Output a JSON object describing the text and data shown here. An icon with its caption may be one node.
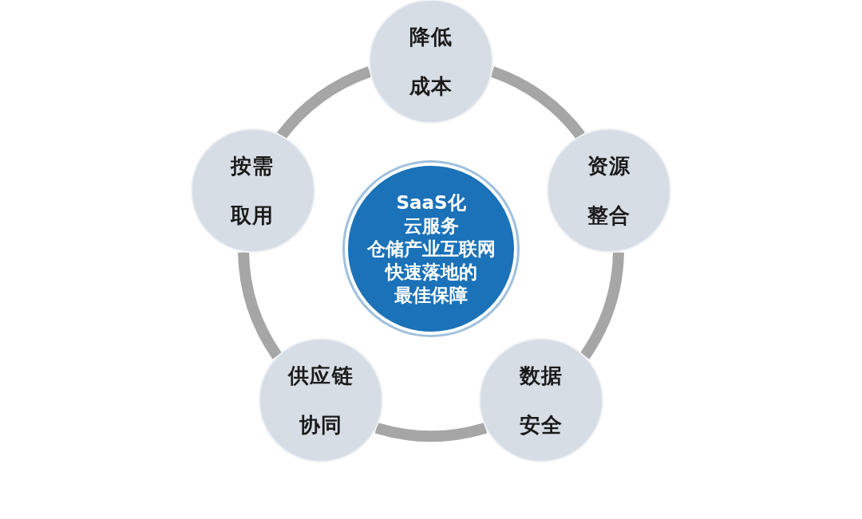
{
  "diagram": {
    "nodes": [
      {
        "text": [
          "降低成本"
        ]
      },
      {
        "text": [
          "按需取用"
        ]
      },
      {
        "text": [
          "资源整合"
        ]
      },
      {
        "text": [
          "SaaS化",
          "云服务",
          "仓储产业互联网",
          "快速落地的",
          "最佳保障"
        ]
      },
      {
        "text": [
          "供应链协同"
        ]
      },
      {
        "text": [
          "数据安全"
        ]
      }
    ],
    "edges": [
      {
        "from": 0,
        "to": 2,
        "arrow": "none"
      },
      {
        "from": 2,
        "to": 5,
        "arrow": "none"
      },
      {
        "from": 5,
        "to": 4,
        "arrow": "none"
      },
      {
        "from": 4,
        "to": 1,
        "arrow": "none"
      },
      {
        "from": 1,
        "to": 0,
        "arrow": "none"
      }
    ]
  }
}
